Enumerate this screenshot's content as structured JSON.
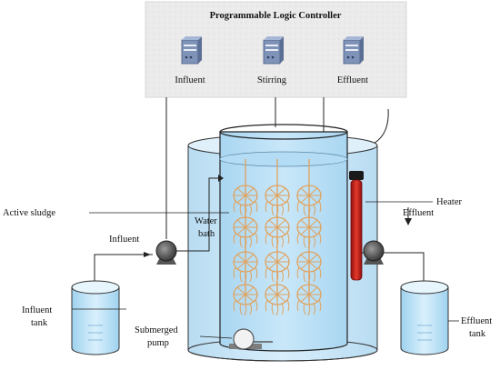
{
  "plc": {
    "title": "Programmable Logic Controller",
    "units": [
      {
        "label": "Influent",
        "icon": "server-icon"
      },
      {
        "label": "Stirring",
        "icon": "server-icon"
      },
      {
        "label": "Effluent",
        "icon": "server-icon"
      }
    ]
  },
  "labels": {
    "active_sludge": "Active sludge",
    "water_bath_1": "Water",
    "water_bath_2": "bath",
    "heater": "Heater",
    "effluent_flow": "Effluent",
    "influent_flow": "Influent",
    "influent_tank_1": "Influent",
    "influent_tank_2": "tank",
    "effluent_tank_1": "Effluent",
    "effluent_tank_2": "tank",
    "submerged_pump_1": "Submerged",
    "submerged_pump_2": "pump"
  },
  "colors": {
    "water": "#cfe8f7",
    "water_inner": "#bfe0f5",
    "sludge": "#e3a25a",
    "heater": "#d0221f",
    "plc_bg": "#ececec"
  }
}
